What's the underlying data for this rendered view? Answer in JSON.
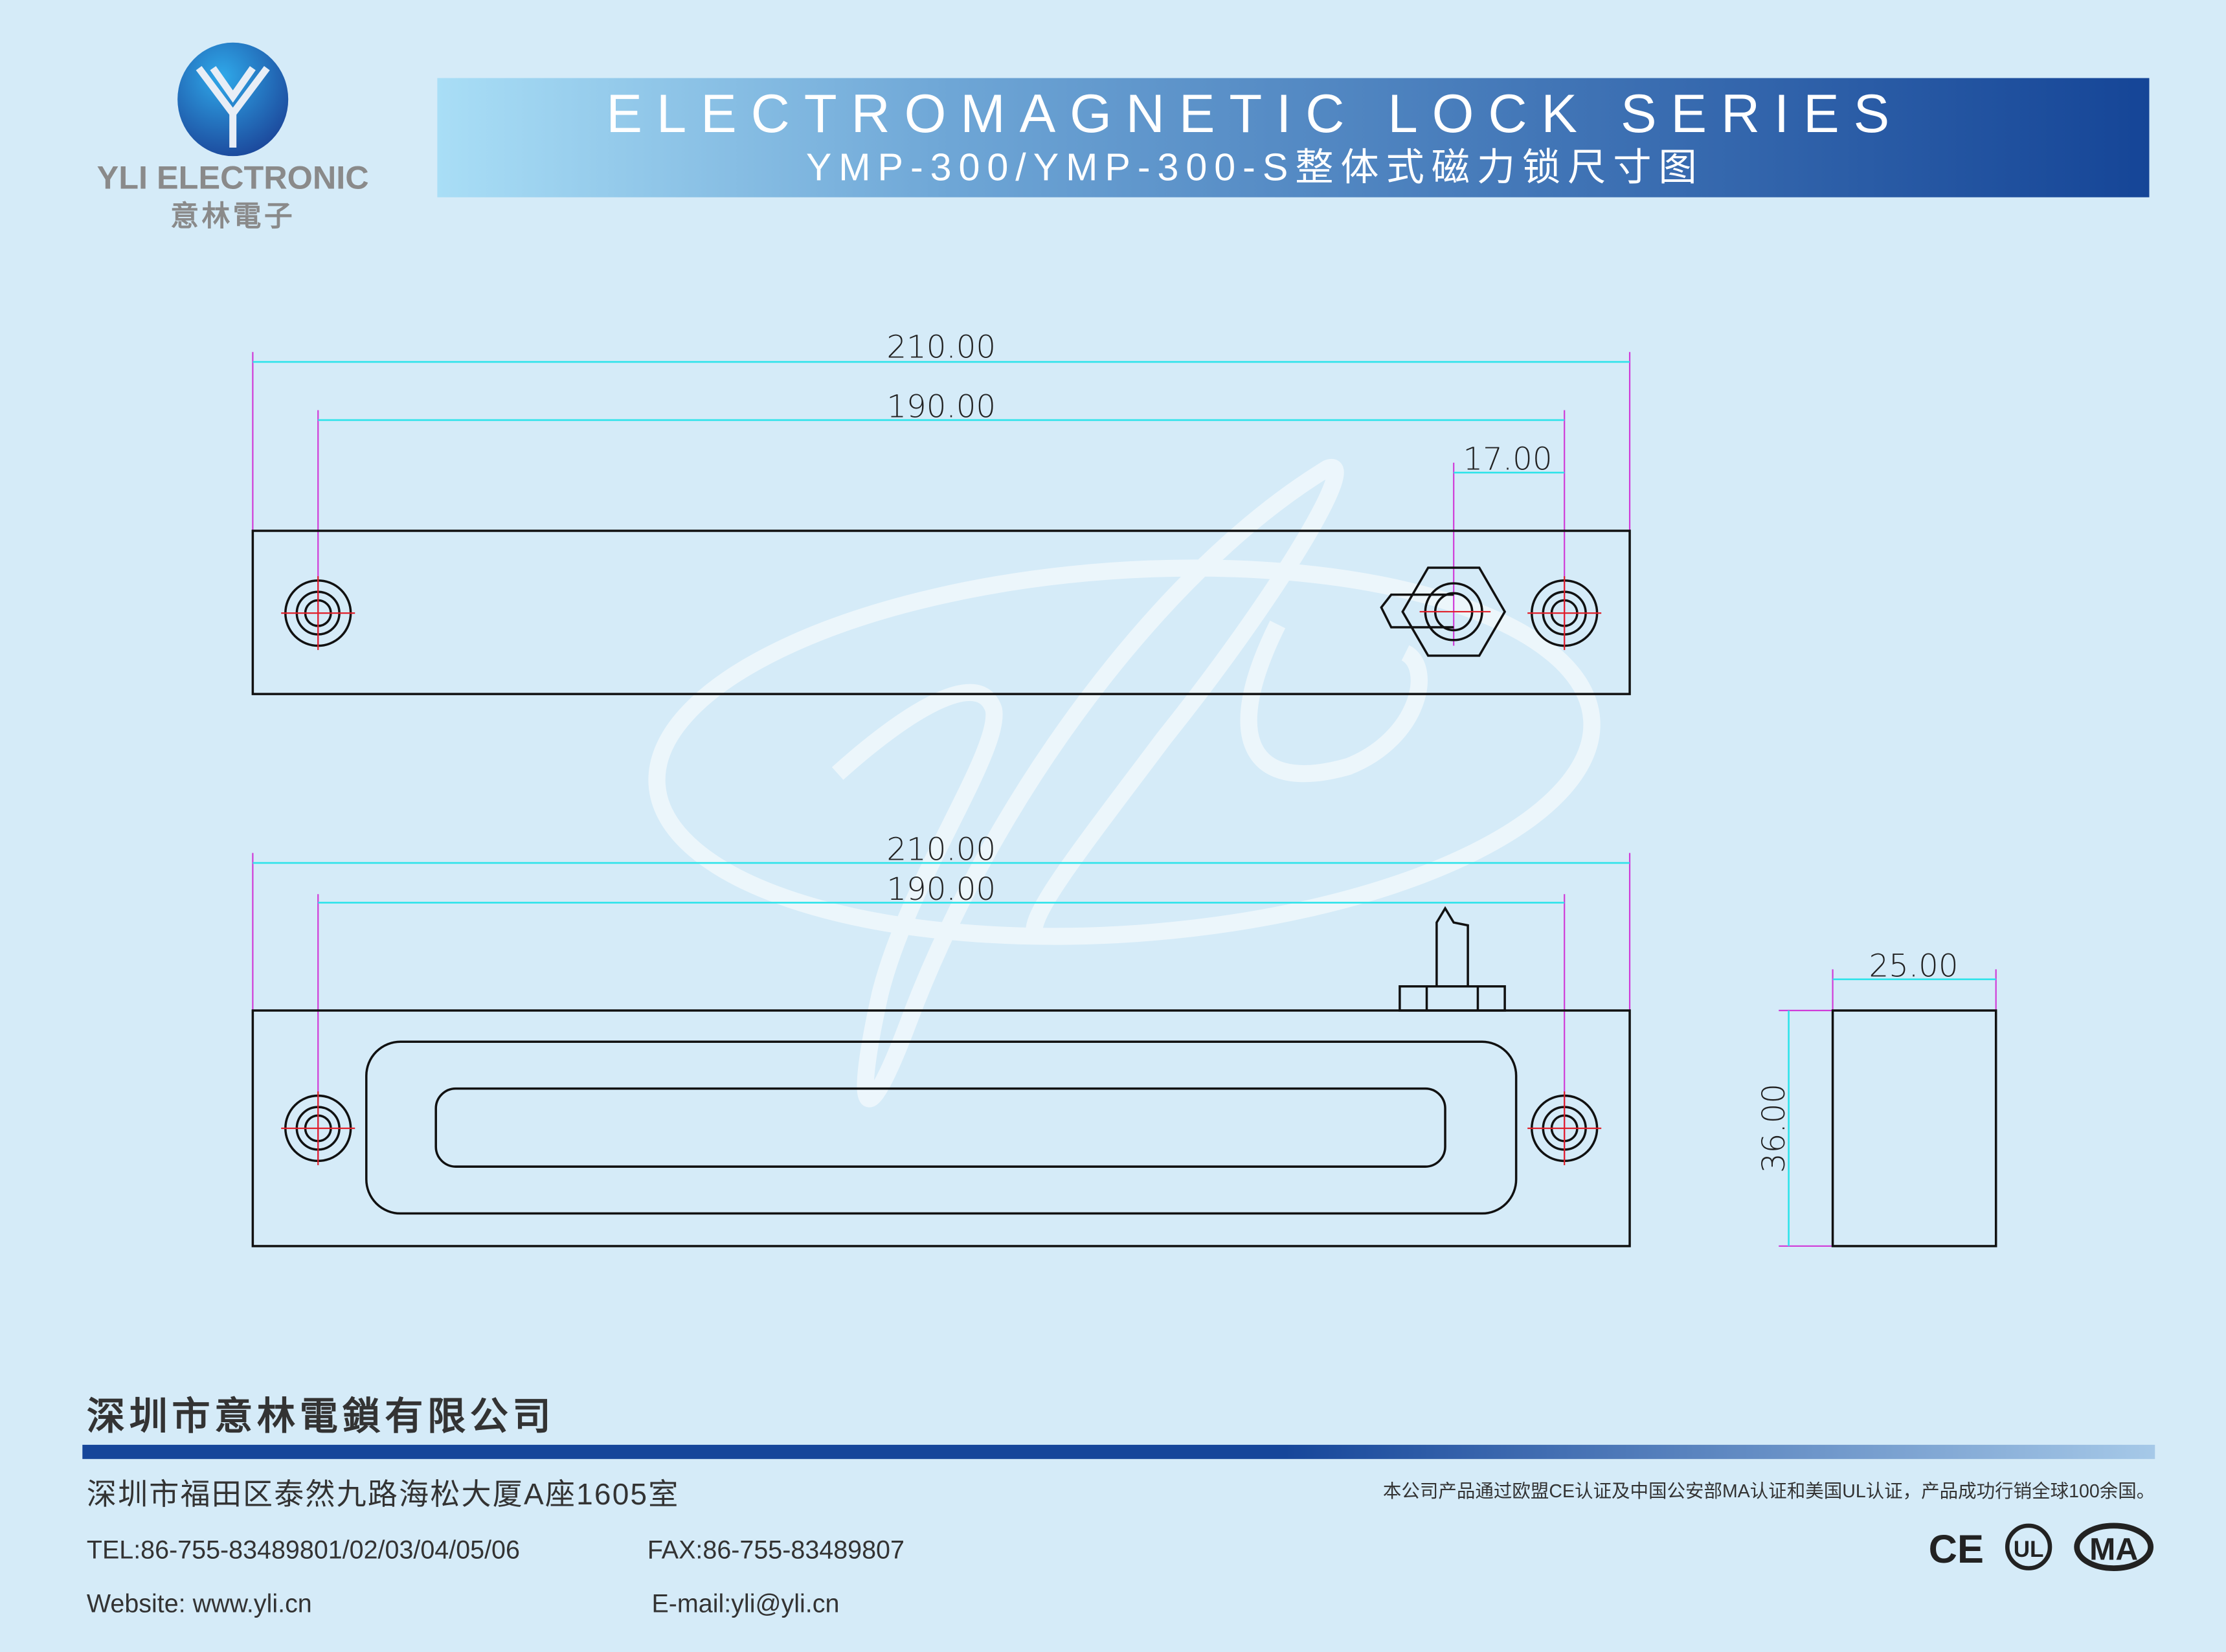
{
  "logo": {
    "brand_en": "YLI ELECTRONIC",
    "brand_cn": "意林電子"
  },
  "header": {
    "title": "ELECTROMAGNETIC LOCK SERIES",
    "subtitle": "YMP-300/YMP-300-S整体式磁力锁尺寸图"
  },
  "drawing": {
    "top_view": {
      "overall_length": "210.00",
      "hole_spacing": "190.00",
      "cable_offset": "17.00"
    },
    "front_view": {
      "overall_length": "210.00",
      "hole_spacing": "190.00"
    },
    "side_view": {
      "width": "25.00",
      "height": "36.00"
    }
  },
  "footer": {
    "company": "深圳市意林電鎖有限公司",
    "address": "深圳市福田区泰然九路海松大厦A座1605室",
    "certification_note": "本公司产品通过欧盟CE认证及中国公安部MA认证和美国UL认证，产品成功行销全球100余国。",
    "tel": "TEL:86-755-83489801/02/03/04/05/06",
    "fax": "FAX:86-755-83489807",
    "website": "Website: www.yli.cn",
    "email": "E-mail:yli@yli.cn",
    "cert_marks": [
      "CE",
      "UL",
      "MA"
    ]
  },
  "colors": {
    "background": "#d5ebf8",
    "brand_blue": "#16469a",
    "dimension": "#2ee3ea",
    "extension": "#d03cd8",
    "centerline": "#e0202a"
  }
}
